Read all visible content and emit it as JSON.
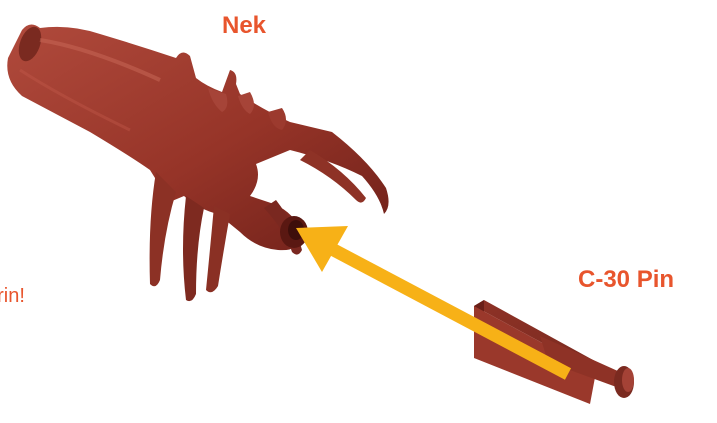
{
  "labels": {
    "neck": "Nek",
    "pin": "C-30 Pin",
    "instruction": "erin!"
  },
  "colors": {
    "label": "#e8552d",
    "part_body": "#9c3a2e",
    "part_shadow": "#6e2019",
    "part_highlight": "#c25a4a",
    "arrow": "#f7b117"
  }
}
